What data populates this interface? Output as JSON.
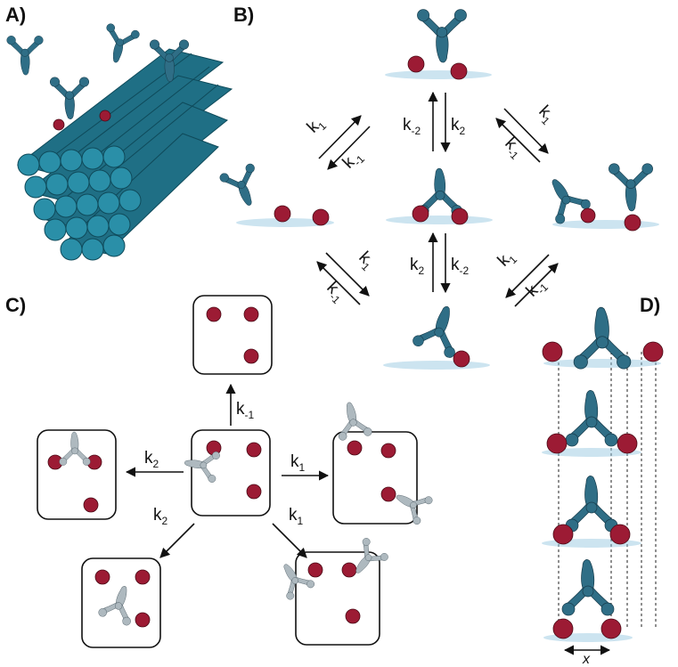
{
  "panels": {
    "a": "A)",
    "b": "B)",
    "c": "C)",
    "d": "D)"
  },
  "rates": {
    "k1": {
      "base": "k",
      "sub": "1"
    },
    "k_minus1": {
      "base": "k",
      "sub": "-1"
    },
    "k2": {
      "base": "k",
      "sub": "2"
    },
    "k_minus2": {
      "base": "k",
      "sub": "-2"
    }
  },
  "panel_d": {
    "distance_label": "x"
  },
  "colors": {
    "antibody_dark": "#2f6e86",
    "antibody_gray": "#aeb9bf",
    "bead": "#9c1b34",
    "rod": "#2a8fa8"
  }
}
